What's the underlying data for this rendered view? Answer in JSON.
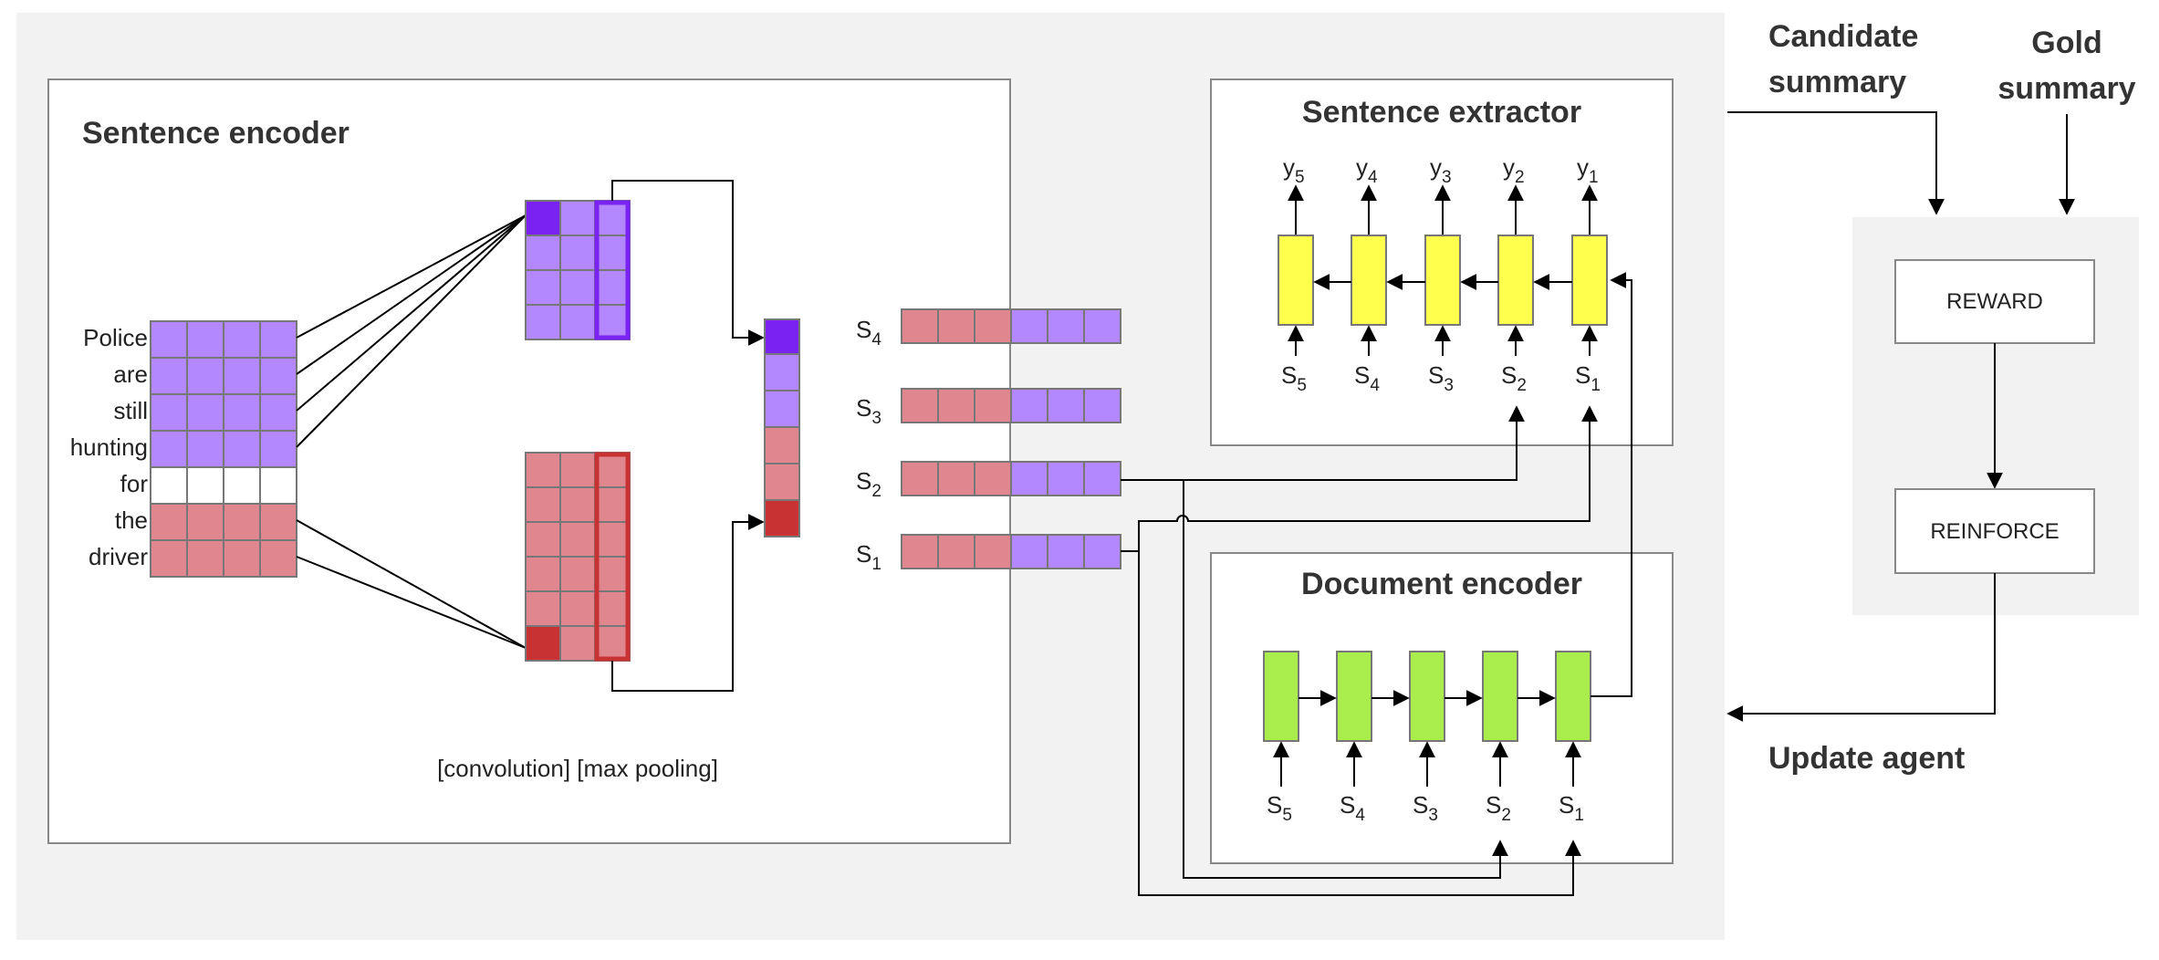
{
  "sentence_encoder": {
    "title": "Sentence encoder",
    "words": [
      "Police",
      "are",
      "still",
      "hunting",
      "for",
      "the",
      "driver"
    ],
    "caption": "[convolution] [max pooling]"
  },
  "sentence_vectors": {
    "labels": [
      {
        "base": "S",
        "sub": "4"
      },
      {
        "base": "S",
        "sub": "3"
      },
      {
        "base": "S",
        "sub": "2"
      },
      {
        "base": "S",
        "sub": "1"
      }
    ]
  },
  "sentence_extractor": {
    "title": "Sentence extractor",
    "outputs": [
      {
        "base": "y",
        "sub": "5"
      },
      {
        "base": "y",
        "sub": "4"
      },
      {
        "base": "y",
        "sub": "3"
      },
      {
        "base": "y",
        "sub": "2"
      },
      {
        "base": "y",
        "sub": "1"
      }
    ],
    "inputs": [
      {
        "base": "S",
        "sub": "5"
      },
      {
        "base": "S",
        "sub": "4"
      },
      {
        "base": "S",
        "sub": "3"
      },
      {
        "base": "S",
        "sub": "2"
      },
      {
        "base": "S",
        "sub": "1"
      }
    ]
  },
  "document_encoder": {
    "title": "Document encoder",
    "inputs": [
      {
        "base": "S",
        "sub": "5"
      },
      {
        "base": "S",
        "sub": "4"
      },
      {
        "base": "S",
        "sub": "3"
      },
      {
        "base": "S",
        "sub": "2"
      },
      {
        "base": "S",
        "sub": "1"
      }
    ]
  },
  "reward_panel": {
    "candidate_label": [
      "Candidate",
      "summary"
    ],
    "gold_label": [
      "Gold",
      "summary"
    ],
    "reward_box": "REWARD",
    "reinforce_box": "REINFORCE",
    "update_label": "Update agent"
  },
  "colors": {
    "purple_light": "#b388ff",
    "purple_dark": "#7a22f2",
    "red_light": "#e0868e",
    "red_dark": "#c83232",
    "yellow": "#ffff4d",
    "green": "#aaee4d",
    "panel_gray": "#f2f2f2"
  }
}
